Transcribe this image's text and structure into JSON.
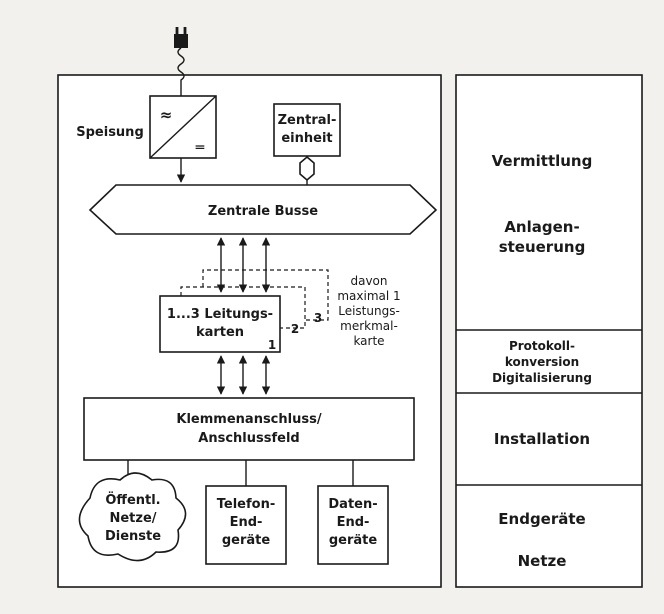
{
  "diagram": {
    "power_supply": {
      "label": "Speisung",
      "symbol_ac": "≈",
      "symbol_dc": "═"
    },
    "central_unit": {
      "label_lines": [
        "Zentral-",
        "einheit"
      ]
    },
    "bus": {
      "label": "Zentrale Busse"
    },
    "line_cards": {
      "label_lines": [
        "1...3 Leitungs-",
        "karten"
      ],
      "numbers": [
        "1",
        "2",
        "3"
      ]
    },
    "note": {
      "lines": [
        "davon",
        "maximal 1",
        "Leistungs-",
        "merkmal-",
        "karte"
      ]
    },
    "terminal_block": {
      "label_lines": [
        "Klemmenanschluss/",
        "Anschlussfeld"
      ]
    },
    "public_networks": {
      "label_lines": [
        "Öffentl.",
        "Netze/",
        "Dienste"
      ]
    },
    "telephone_terminals": {
      "label_lines": [
        "Telefon-",
        "End-",
        "geräte"
      ]
    },
    "data_terminals": {
      "label_lines": [
        "Daten-",
        "End-",
        "geräte"
      ]
    }
  },
  "layers": [
    {
      "lines": [
        "Vermittlung"
      ]
    },
    {
      "lines": [
        "Anlagen-",
        "steuerung"
      ]
    },
    {
      "lines": [
        "Protokoll-",
        "konversion",
        "Digitalisierung"
      ]
    },
    {
      "lines": [
        "Installation"
      ]
    },
    {
      "lines": [
        "Endgeräte"
      ]
    },
    {
      "lines": [
        "Netze"
      ]
    }
  ],
  "colors": {
    "ink": "#1a1a1a",
    "paper": "#f2f1ed",
    "box_fill": "#ffffff"
  }
}
